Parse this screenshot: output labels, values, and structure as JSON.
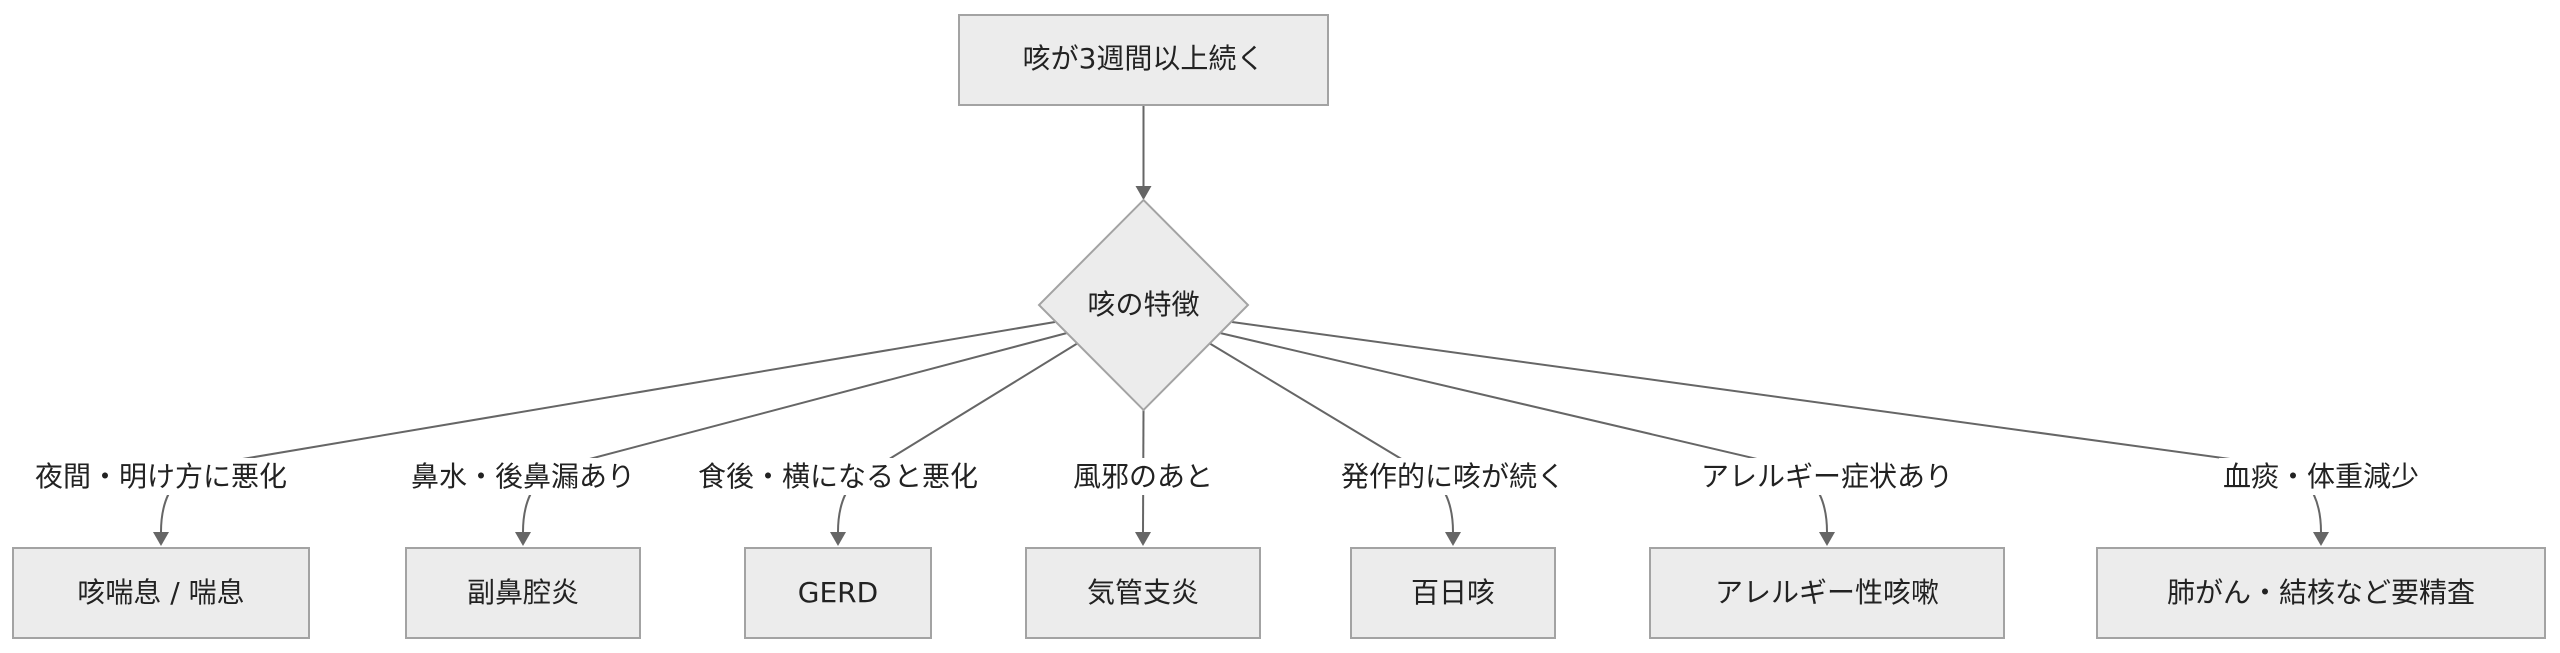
{
  "diagram": {
    "root": {
      "label": "咳が3週間以上続く"
    },
    "decision": {
      "label": "咳の特徴"
    },
    "branches": [
      {
        "condition": "夜間・明け方に悪化",
        "result": "咳喘息 / 喘息"
      },
      {
        "condition": "鼻水・後鼻漏あり",
        "result": "副鼻腔炎"
      },
      {
        "condition": "食後・横になると悪化",
        "result": "GERD"
      },
      {
        "condition": "風邪のあと",
        "result": "気管支炎"
      },
      {
        "condition": "発作的に咳が続く",
        "result": "百日咳"
      },
      {
        "condition": "アレルギー症状あり",
        "result": "アレルギー性咳嗽"
      },
      {
        "condition": "血痰・体重減少",
        "result": "肺がん・結核など要精査"
      }
    ],
    "colors": {
      "node_fill": "#ececec",
      "node_stroke": "#a3a3a3",
      "edge": "#666666",
      "text": "#222222"
    }
  }
}
